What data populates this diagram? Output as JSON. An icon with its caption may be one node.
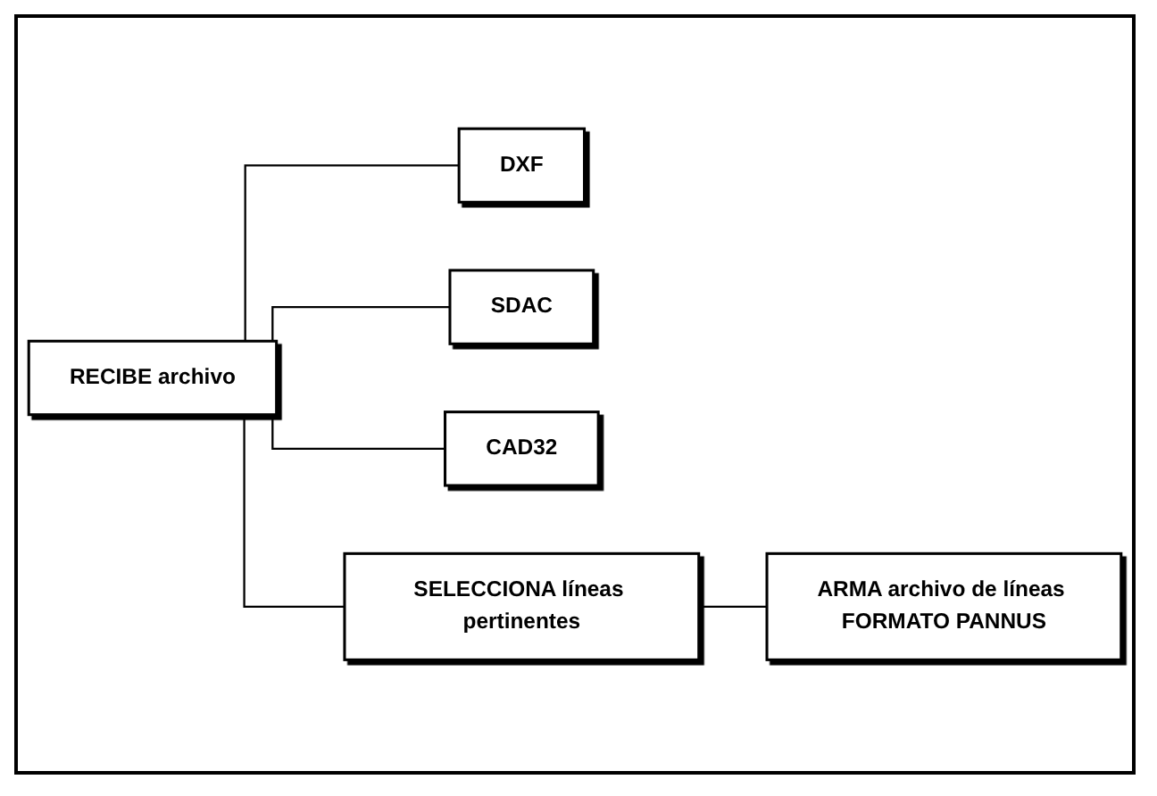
{
  "diagram": {
    "nodes": [
      {
        "text": [
          "RECIBE archivo"
        ]
      },
      {
        "text": [
          "DXF"
        ]
      },
      {
        "text": [
          "SDAC"
        ]
      },
      {
        "text": [
          "CAD32"
        ]
      },
      {
        "text": [
          "SELECCIONA líneas pertinentes"
        ]
      },
      {
        "text": [
          "ARMA archivo de líneas FORMATO PANNUS"
        ]
      }
    ],
    "edges": [
      {
        "from": 0,
        "to": 1,
        "arrow": "none"
      },
      {
        "from": 0,
        "to": 2,
        "arrow": "none"
      },
      {
        "from": 0,
        "to": 3,
        "arrow": "none"
      },
      {
        "from": 0,
        "to": 4,
        "arrow": "none"
      },
      {
        "from": 4,
        "to": 5,
        "arrow": "none"
      }
    ]
  }
}
